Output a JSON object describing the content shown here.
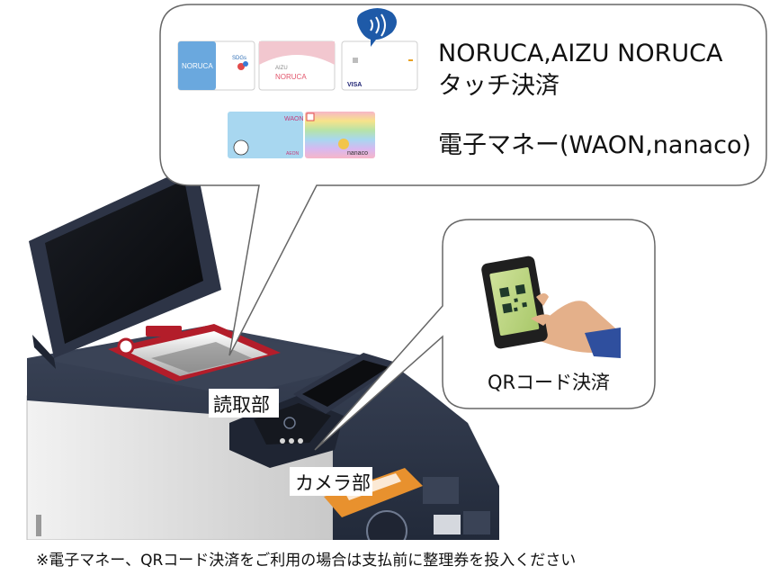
{
  "callout_top": {
    "lines": [
      {
        "text": "NORUCA,AIZU NORUCA"
      },
      {
        "text": "タッチ決済"
      },
      {
        "text": "電子マネー(WAON,nanaco)"
      }
    ],
    "cards": [
      {
        "name": "noruca-card",
        "text": "NORUCA",
        "sub": "SDGs"
      },
      {
        "name": "aizu-noruca-card",
        "text": "NORUCA",
        "sub": "AIZU"
      },
      {
        "name": "visa-touch-card",
        "text": "VISA"
      },
      {
        "name": "waon-card",
        "text": "WAON",
        "sub": "AEON"
      },
      {
        "name": "nanaco-card",
        "text": "nanaco"
      }
    ]
  },
  "callout_qr": {
    "label": "QRコード決済"
  },
  "machine": {
    "reader_label": "読取部",
    "camera_label": "カメラ部"
  },
  "footnote": "※電子マネー、QRコード決済をご利用の場合は支払前に整理券を投入ください",
  "colors": {
    "machine_navy": "#2a3142",
    "machine_body": "#d9d9d9",
    "card_blue": "#6aa8de",
    "card_pink": "#e2566c",
    "contactless_blue": "#1e5aa8",
    "callout_border": "#666666"
  }
}
